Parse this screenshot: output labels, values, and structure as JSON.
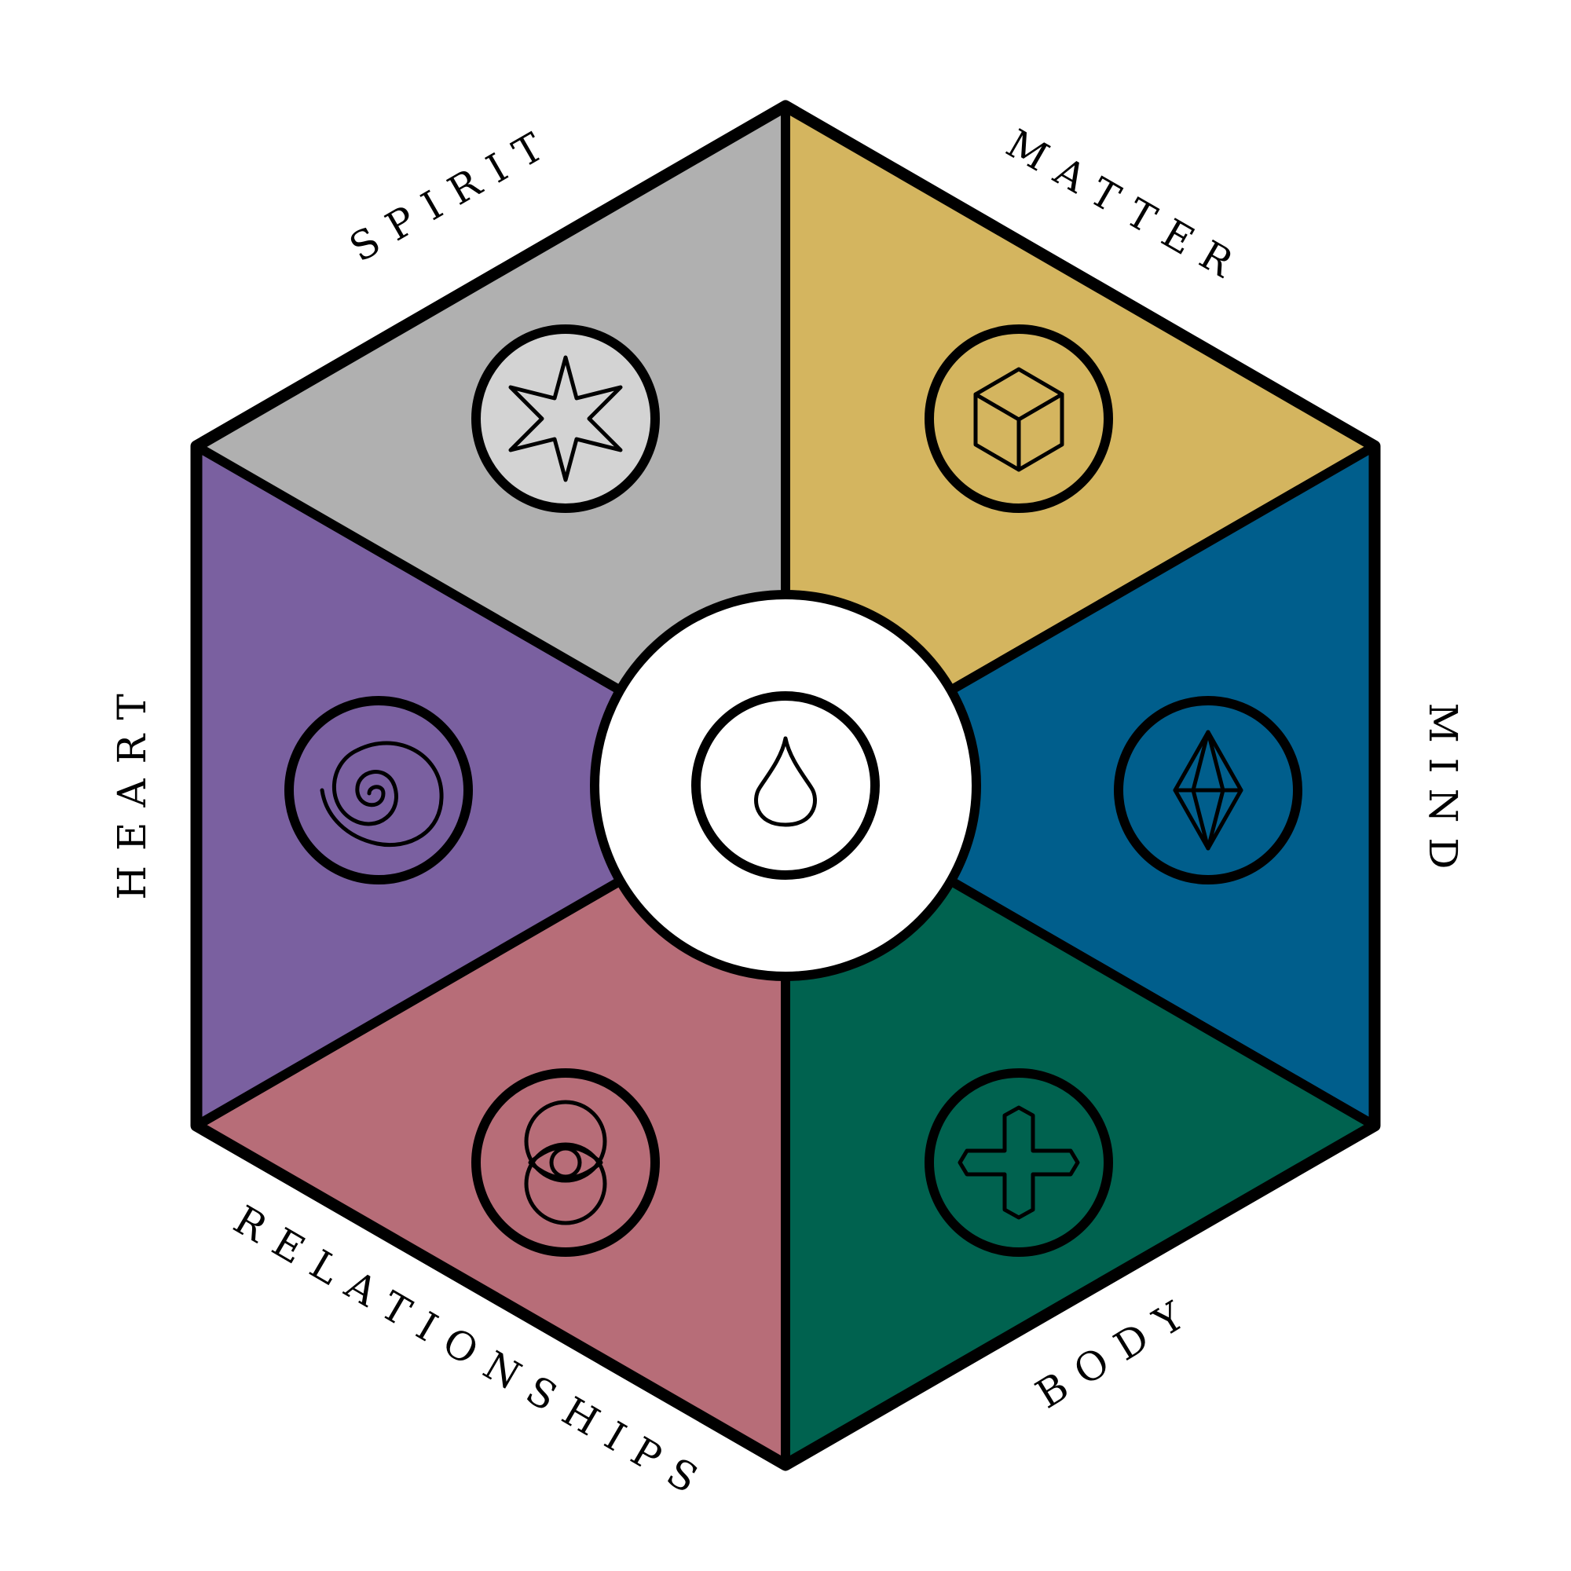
{
  "diagram": {
    "segments": [
      {
        "id": "matter",
        "label": "MATTER",
        "color": "#D4B55F",
        "icon": "cube-icon"
      },
      {
        "id": "mind",
        "label": "MIND",
        "color": "#005E8C",
        "icon": "crystal-icon"
      },
      {
        "id": "body",
        "label": "BODY",
        "color": "#00624F",
        "icon": "cross-icon"
      },
      {
        "id": "relationships",
        "label": "RELATIONSHIPS",
        "color": "#B76D78",
        "icon": "eye-icon"
      },
      {
        "id": "heart",
        "label": "HEART",
        "color": "#7A60A0",
        "icon": "spiral-icon"
      },
      {
        "id": "spirit",
        "label": "SPIRIT",
        "color": "#B0B0B0",
        "icon": "star-icon"
      }
    ],
    "center": {
      "icon": "drop-icon",
      "color": "#FFFFFF"
    },
    "outline_color": "#000000"
  }
}
